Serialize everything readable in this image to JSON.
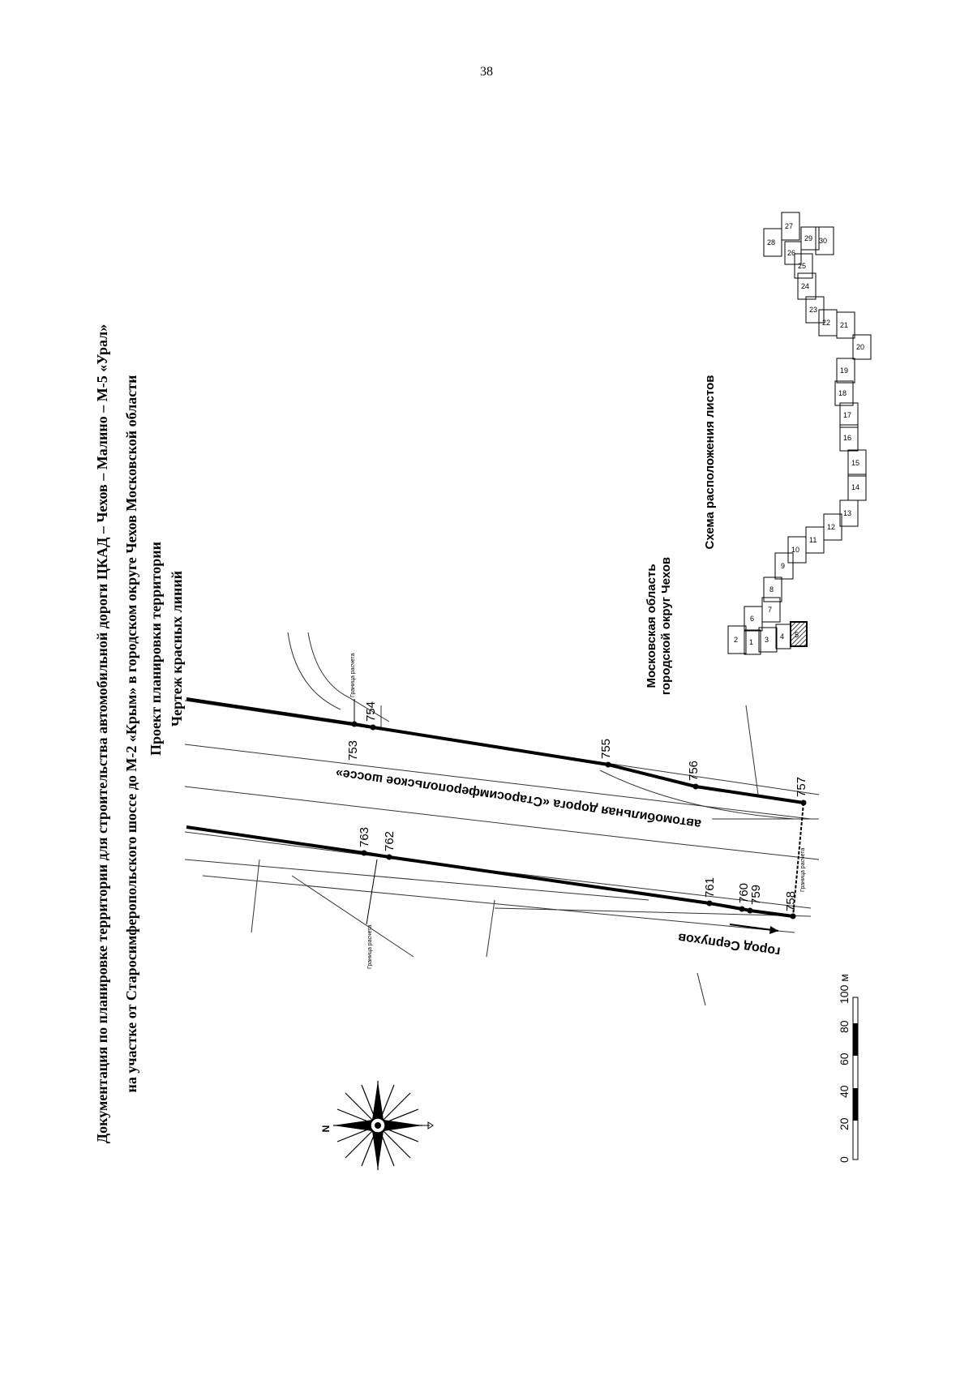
{
  "page_number": "38",
  "title": {
    "line1": "Документация по планировке территории для строительства автомобильной дороги ЦКАД – Чехов – Малино – М-5 «Урал»",
    "line2": "на участке от Старосимферопольского шоссе до М-2 «Крым» в городском округе Чехов Московской области",
    "line3": "Проект планировки территории",
    "line4": "Чертеж красных линий"
  },
  "road_label": "автомобильная дорога «Старосимферопольское шоссе»",
  "city_label": "город Серпухов",
  "region_label": {
    "line1": "Московская область",
    "line2": "городской округ Чехов"
  },
  "calc_boundary_label": "Граница расчета",
  "points": {
    "p753": "753",
    "p754": "754",
    "p755": "755",
    "p756": "756",
    "p757": "757",
    "p758": "758",
    "p759": "759",
    "p760": "760",
    "p761": "761",
    "p762": "762",
    "p763": "763"
  },
  "scheme": {
    "title": "Схема расположения листов",
    "highlighted_sheet": "5",
    "sheets": [
      "1",
      "2",
      "3",
      "4",
      "5",
      "6",
      "7",
      "8",
      "9",
      "10",
      "11",
      "12",
      "13",
      "14",
      "15",
      "16",
      "17",
      "18",
      "19",
      "20",
      "21",
      "22",
      "23",
      "24",
      "25",
      "26",
      "27",
      "28",
      "29",
      "30"
    ]
  },
  "scale_bar": {
    "labels": [
      "0",
      "20",
      "40",
      "60",
      "80",
      "100 м"
    ]
  },
  "compass_letter": "N",
  "colors": {
    "line": "#000000",
    "thin": "#333333",
    "hatch": "#555555"
  }
}
